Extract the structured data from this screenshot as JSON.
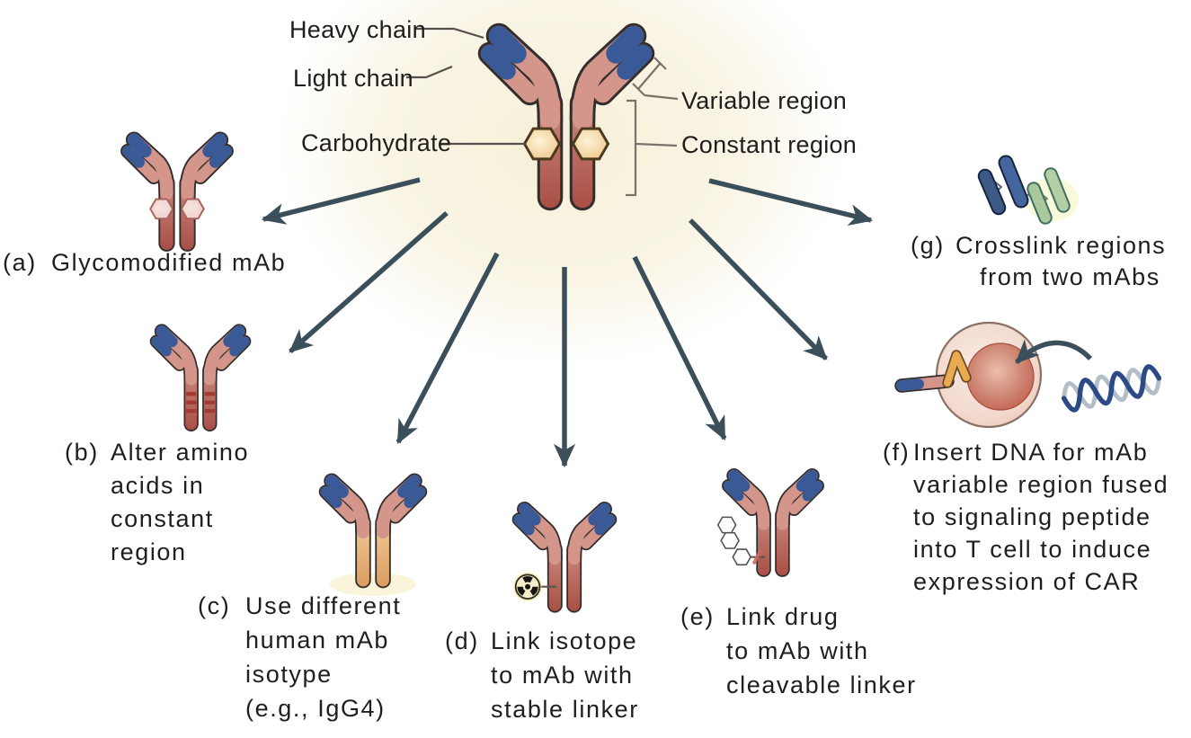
{
  "center_labels": {
    "heavy_chain": "Heavy chain",
    "light_chain": "Light chain",
    "carbohydrate": "Carbohydrate",
    "variable_region": "Variable region",
    "constant_region": "Constant region"
  },
  "items": {
    "a": {
      "tag": "(a)",
      "lines": [
        "Glycomodified mAb"
      ]
    },
    "b": {
      "tag": "(b)",
      "lines": [
        "Alter amino",
        "acids in",
        "constant",
        "region"
      ]
    },
    "c": {
      "tag": "(c)",
      "lines": [
        "Use different",
        "human mAb",
        "isotype",
        "(e.g., IgG4)"
      ]
    },
    "d": {
      "tag": "(d)",
      "lines": [
        "Link isotope",
        "to mAb with",
        "stable linker"
      ]
    },
    "e": {
      "tag": "(e)",
      "lines": [
        "Link drug",
        "to mAb with",
        "cleavable linker"
      ]
    },
    "f": {
      "tag": "(f)",
      "lines": [
        "Insert DNA for mAb",
        "variable region fused",
        "to signaling peptide",
        "into T cell to induce",
        "expression of CAR"
      ]
    },
    "g": {
      "tag": "(g)",
      "lines": [
        "Crosslink regions",
        "from two mAbs"
      ]
    }
  },
  "colors": {
    "arrow": "#3a4f5a",
    "text": "#211d1c",
    "outline": "#332d2b",
    "antibody_blue": "#3a5a97",
    "antibody_salmon": "#d4968b",
    "stem_salmon_light": "#cf8d82",
    "stem_salmon_dark": "#a84f45",
    "isotype_orange_light": "#f2cf9e",
    "isotype_orange_dark": "#dc9c5e",
    "carbohydrate_orange": "#eec381",
    "glyco_pink": "#eccdc8",
    "band_red": "#a23a32",
    "radiation_yellow": "#f6eecb",
    "cell_pink": "#f2d9cd",
    "nucleus_red": "#c3604f",
    "peptide_yellow": "#e9ab51",
    "dna_navy": "#2c4a86",
    "dna_gray": "#b3bfc6",
    "crosslink_blue": "#45659e",
    "crosslink_blue_dark": "#3c5a85",
    "crosslink_green": "#a9c89c",
    "glow_cream": "#f6efd8"
  }
}
